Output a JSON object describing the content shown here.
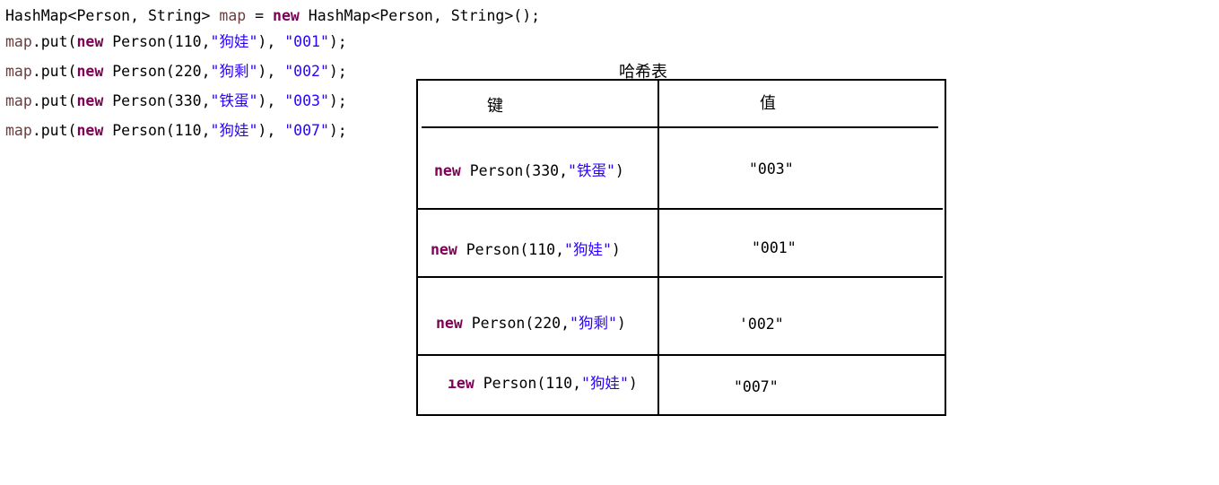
{
  "code": {
    "decl": {
      "type1": "HashMap<Person, String> ",
      "var": "map",
      "eq": " = ",
      "new": "new",
      "type2": " HashMap<Person, String>();"
    },
    "puts": [
      {
        "var": "map",
        "call": ".put(",
        "new": "new",
        "ctor": " Person(110,",
        "name": "\"狗娃\"",
        "mid": "), ",
        "value": "\"001\"",
        "end": ");"
      },
      {
        "var": "map",
        "call": ".put(",
        "new": "new",
        "ctor": " Person(220,",
        "name": "\"狗剩\"",
        "mid": "), ",
        "value": "\"002\"",
        "end": ");"
      },
      {
        "var": "map",
        "call": ".put(",
        "new": "new",
        "ctor": " Person(330,",
        "name": "\"铁蛋\"",
        "mid": "), ",
        "value": "\"003\"",
        "end": ");"
      },
      {
        "var": "map",
        "call": ".put(",
        "new": "new",
        "ctor": " Person(110,",
        "name": "\"狗娃\"",
        "mid": "), ",
        "value": "\"007\"",
        "end": ");"
      }
    ]
  },
  "table": {
    "title": "哈希表",
    "key_header": "键",
    "value_header": "值",
    "rows": [
      {
        "new": "new",
        "ctor": " Person(330,",
        "name": "\"铁蛋\"",
        "close": ")",
        "value": "\"003\""
      },
      {
        "new": "new",
        "ctor": " Person(110,",
        "name": "\"狗娃\"",
        "close": ")",
        "value": "\"001\""
      },
      {
        "new": "new",
        "ctor": " Person(220,",
        "name": "\"狗剩\"",
        "close": ")",
        "value": "'002\""
      },
      {
        "new": "ıew",
        "ctor": " Person(110,",
        "name": "\"狗娃\"",
        "close": ")",
        "value": "\"007\""
      }
    ]
  },
  "colors": {
    "keyword": "#7f0055",
    "variable": "#6a3e3e",
    "string": "#2a00ff",
    "text": "#000000"
  }
}
